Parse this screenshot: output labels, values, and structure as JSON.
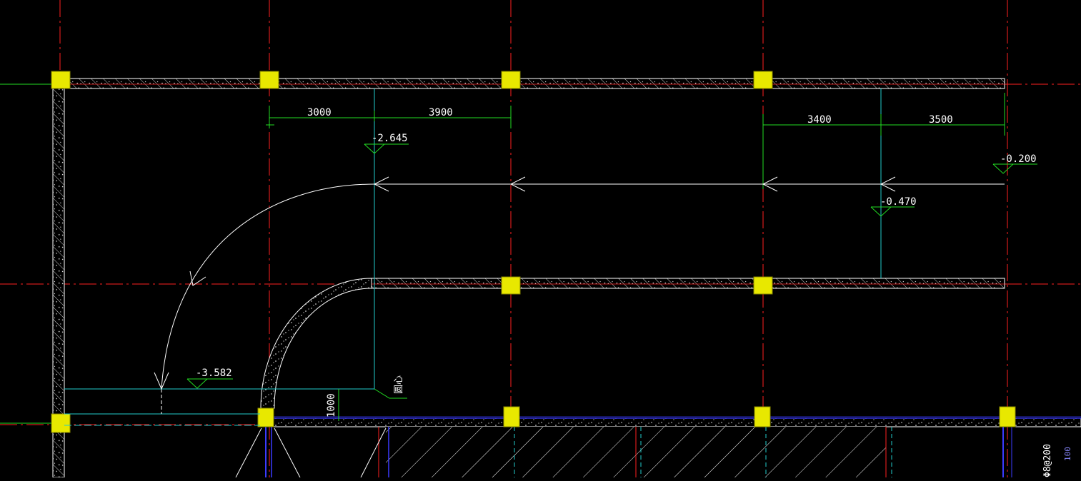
{
  "colors": {
    "background": "#000000",
    "axis": "#ff2020",
    "wall_outline": "#ffffff",
    "dimension": "#22dd22",
    "leader": "#22cccc",
    "column_fill": "#e8e800",
    "arrow": "#ffffff",
    "slab": "#3b3bff",
    "note": "#8888ff"
  },
  "dimensions": {
    "d3000": "3000",
    "d3900": "3900",
    "d3400": "3400",
    "d3500": "3500",
    "d1000": "1000"
  },
  "elevations": {
    "e1": "-2.645",
    "e2": "-0.200",
    "e3": "-0.470",
    "e4": "-3.582"
  },
  "labels": {
    "circle_center": "圆心",
    "rebar_note": "Φ8@200",
    "side_note": "100"
  }
}
